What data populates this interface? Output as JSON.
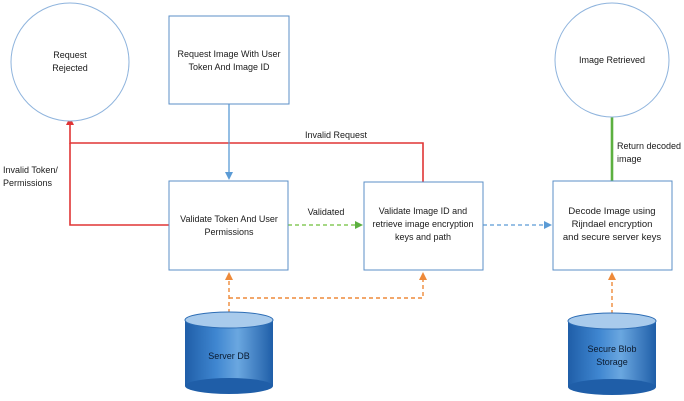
{
  "colors": {
    "box_fill": "#ffffff",
    "box_stroke": "#5b8fc7",
    "db_fill_top": "#9fc3e8",
    "db_fill_mid": "#3f86d0",
    "db_fill_bottom": "#1f5ea8",
    "red": "#e03535",
    "blue": "#5b9bd5",
    "green_dash": "#6fbf3a",
    "green": "#5cb040",
    "orange": "#ee8a3a",
    "text": "#1a1a1a"
  },
  "nodes": {
    "request_rejected": [
      "Request",
      "Rejected"
    ],
    "request_image": [
      "Request Image With User",
      "Token And Image ID"
    ],
    "image_retrieved": [
      "Image Retrieved"
    ],
    "validate_token": [
      "Validate Token And User",
      "Permissions"
    ],
    "validate_image": [
      "Validate Image ID and",
      "retrieve image encryption",
      "keys and path"
    ],
    "decode_image": [
      "Decode Image using",
      "Rijndael encryption",
      "and secure server keys"
    ],
    "server_db": [
      "Server DB"
    ],
    "blob_storage": [
      "Secure Blob",
      "Storage"
    ]
  },
  "edges": {
    "invalid_request": [
      "Invalid Request"
    ],
    "invalid_token": [
      "Invalid Token/",
      "Permissions"
    ],
    "validated": [
      "Validated"
    ],
    "return_decoded": [
      "Return decoded",
      "image"
    ]
  }
}
